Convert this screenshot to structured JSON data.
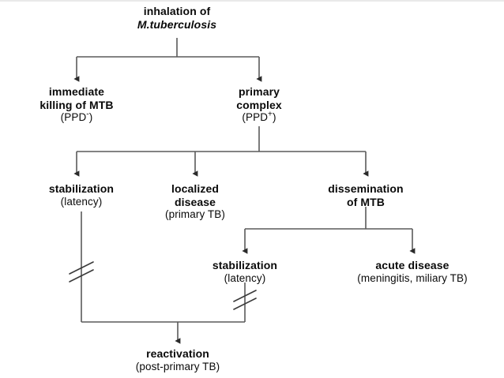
{
  "diagram": {
    "title": "Pathogenesis of tuberculosis infection flowchart",
    "background_color": "#ffffff",
    "line_color": "#4a4a4a",
    "text_color": "#0a0a0a",
    "nodes": [
      {
        "id": "inhalation",
        "line1": "inhalation of",
        "line2": "M.tuberculosis",
        "line2_italic": true
      },
      {
        "id": "immediate-killing",
        "line1": "immediate",
        "line2": "killing of MTB",
        "sub": "(PPD",
        "sub_sign": "-",
        "sub_close": ")"
      },
      {
        "id": "primary-complex",
        "line1": "primary",
        "line2": "complex",
        "sub": "(PPD",
        "sub_sign": "+",
        "sub_close": ")"
      },
      {
        "id": "stabilization-left",
        "line1": "stabilization",
        "sub": "(latency)"
      },
      {
        "id": "localized-disease",
        "line1": "localized",
        "line2": "disease",
        "sub": "(primary TB)"
      },
      {
        "id": "dissemination",
        "line1": "dissemination",
        "line2": "of MTB"
      },
      {
        "id": "stabilization-mid",
        "line1": "stabilization",
        "sub": "(latency)"
      },
      {
        "id": "acute-disease",
        "line1": "acute disease",
        "sub": "(meningitis, miliary TB)"
      },
      {
        "id": "reactivation",
        "line1": "reactivation",
        "sub": "(post-primary TB)"
      }
    ]
  },
  "labels": {
    "inhalation_l1": "inhalation of",
    "inhalation_l2": "M.tuberculosis",
    "immediate_l1": "immediate",
    "immediate_l2": "killing of MTB",
    "immediate_sub_open": "(PPD",
    "immediate_sub_sign": "-",
    "immediate_sub_close": ")",
    "primary_l1": "primary",
    "primary_l2": "complex",
    "primary_sub_open": "(PPD",
    "primary_sub_sign": "+",
    "primary_sub_close": ")",
    "stab_left_l1": "stabilization",
    "stab_left_sub": "(latency)",
    "localized_l1": "localized",
    "localized_l2": "disease",
    "localized_sub": "(primary TB)",
    "dissem_l1": "dissemination",
    "dissem_l2": "of MTB",
    "stab_mid_l1": "stabilization",
    "stab_mid_sub": "(latency)",
    "acute_l1": "acute disease",
    "acute_sub": "(meningitis, miliary TB)",
    "reactivation_l1": "reactivation",
    "reactivation_sub": "(post-primary TB)"
  }
}
